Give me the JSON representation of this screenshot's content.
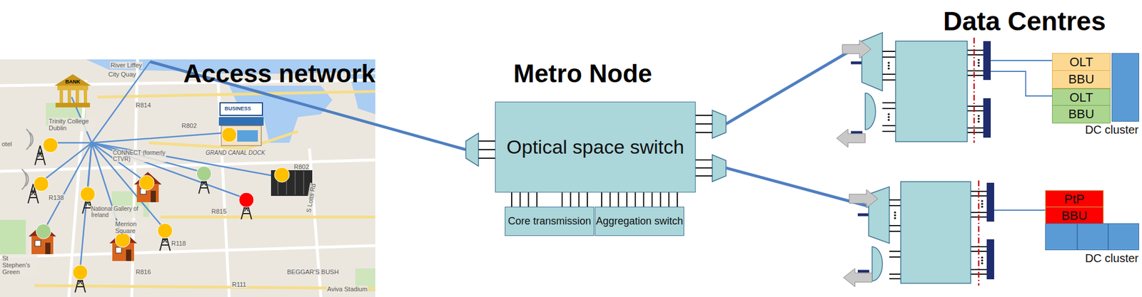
{
  "diagram": {
    "nodes": [
      {
        "text": [
          "Optical space switch"
        ]
      },
      {
        "text": [
          "Core transmission"
        ]
      },
      {
        "text": [
          "Aggregation switch"
        ]
      },
      {
        "text": [
          "OLT"
        ]
      },
      {
        "text": [
          "BBU"
        ]
      },
      {
        "text": [
          "OLT"
        ]
      },
      {
        "text": [
          "BBU"
        ]
      },
      {
        "text": [
          "DC cluster"
        ]
      },
      {
        "text": [
          "PtP"
        ]
      },
      {
        "text": [
          "BBU"
        ]
      },
      {
        "text": [
          "DC cluster"
        ]
      }
    ],
    "edges": [
      {
        "from": 0,
        "to": 1,
        "arrow": "none"
      },
      {
        "from": 0,
        "to": 2,
        "arrow": "none"
      }
    ],
    "labels": [
      "Access network",
      "Metro Node",
      "Data Centres",
      "River Liffey",
      "City Quay",
      "BANK",
      "Trinity College Dublin",
      "otel",
      "R814",
      "R802",
      "GRAND CANAL DOCK",
      "CONNECT (formerly CTVR)",
      "National Gallery of Ireland",
      "R138",
      "R815",
      "R802",
      "Merrion Square",
      "R118",
      "St Stephen's Green",
      "R816",
      "BEGGAR'S BUSH",
      "R111",
      "S Lotts Rd",
      "Aviva Stadium",
      "BUSINESS"
    ]
  }
}
